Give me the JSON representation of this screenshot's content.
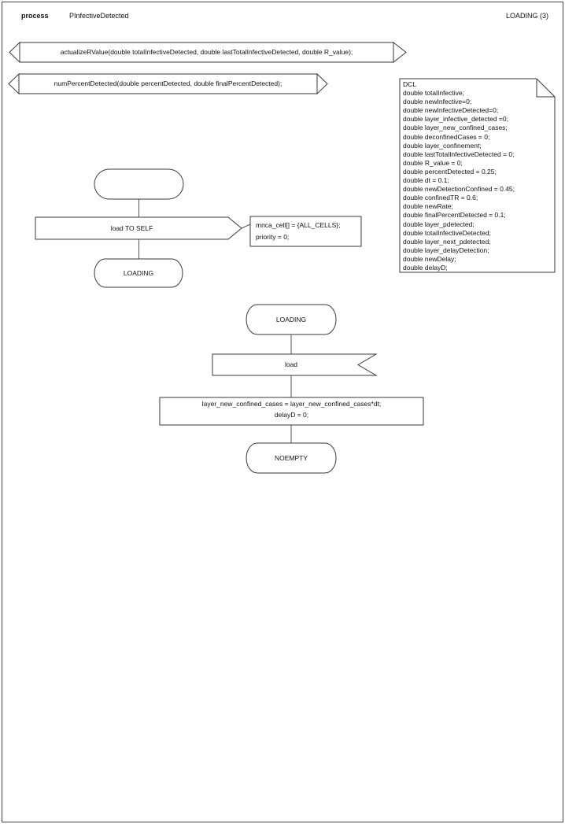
{
  "header": {
    "kind_label": "process",
    "process_name": "PInfectiveDetected",
    "page_label": "LOADING (3)"
  },
  "signatures": [
    {
      "text": "actualizeRValue(double totalInfectiveDetected, double lastTotalInfectiveDetected, double R_value);"
    },
    {
      "text": "numPercentDetected(double percentDetected, double finalPercentDetected);"
    }
  ],
  "dcl": {
    "lines": [
      "DCL",
      "double totalInfective;",
      "double newInfective=0;",
      "double newInfectiveDetected=0;",
      "double layer_infective_detected =0;",
      "double layer_new_confined_cases;",
      "double deconfinedCases = 0;",
      "double layer_confinement;",
      "double lastTotalInfectiveDetected = 0;",
      "double R_value = 0;",
      "double percentDetected = 0.25;",
      "double dt = 0.1;",
      "double newDetectionConfined = 0.45;",
      "double confinedTR = 0.6;",
      "double newRate;",
      "double finalPercentDetected = 0.1;",
      "double layer_pdetected;",
      "double totalInfectiveDetected;",
      "double layer_next_pdetected;",
      "double layer_delayDetection;",
      "double newDelay;",
      "double delayD;"
    ]
  },
  "flow1": {
    "output_label": "load TO SELF",
    "comment_lines": [
      "mnca_cell[] = {ALL_CELLS};",
      "priority = 0;"
    ],
    "state_label": "LOADING"
  },
  "flow2": {
    "state_label": "LOADING",
    "input_label": "load",
    "task_lines": [
      "layer_new_confined_cases = layer_new_confined_cases*dt;",
      "delayD = 0;"
    ],
    "next_state_label": "NOEMPTY"
  },
  "colors": {
    "shape_stroke": "#3a3a3a",
    "connector": "#555555",
    "text": "#111111",
    "background": "#ffffff"
  }
}
